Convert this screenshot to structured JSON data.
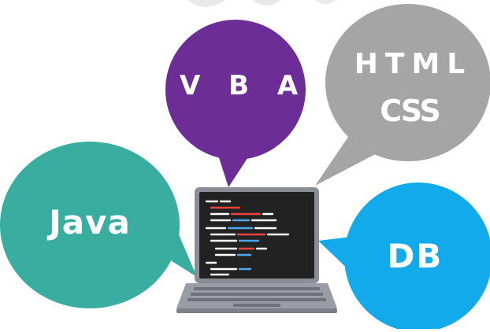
{
  "bubbles": {
    "vba": {
      "label": "V B A",
      "color": "#6c2d96"
    },
    "html_css": {
      "line1": "HTML",
      "line2": "CSS",
      "color": "#a5a5a5"
    },
    "java": {
      "label": "Java",
      "color": "#3aada1"
    },
    "db": {
      "label": "DB",
      "color": "#12aaea"
    }
  },
  "laptop": {
    "icon": "laptop-icon",
    "body_color": "#8a8c96",
    "screen_color": "#222222"
  }
}
